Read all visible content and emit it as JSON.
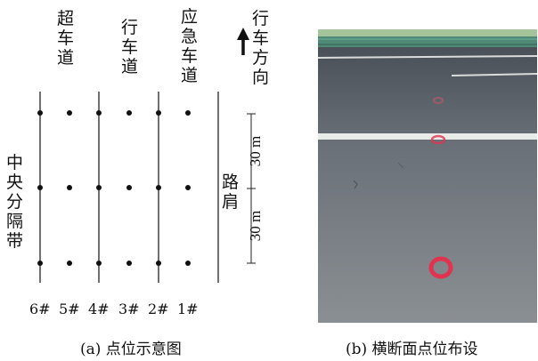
{
  "lanes": {
    "overtaking": "超车道",
    "driving": "行车道",
    "emergency": "应急车道"
  },
  "direction_label": "行车方向",
  "median_label": "中央分隔带",
  "shoulder_label": "路肩",
  "spacing_top": "30 m",
  "spacing_bottom": "30 m",
  "point_labels": [
    "6#",
    "5#",
    "4#",
    "3#",
    "2#",
    "1#"
  ],
  "caption_a": "(a) 点位示意图",
  "caption_b": "(b) 横断面点位布设",
  "colors": {
    "lines": "#222222",
    "asphalt": "#6f747a",
    "marking": "#e8ece9",
    "mark_circle": "#e0334f",
    "guardrail": "#4f8a77",
    "grass": "#9dbd92"
  }
}
